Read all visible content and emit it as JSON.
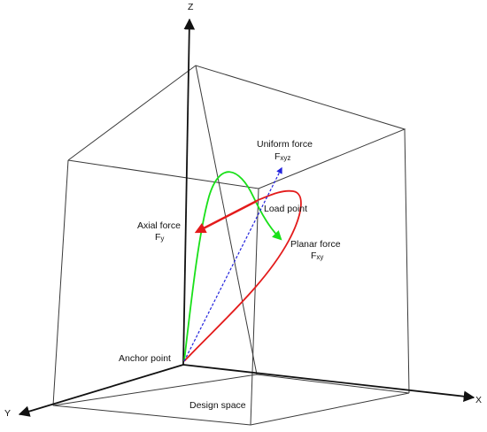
{
  "axes": {
    "x_label": "X",
    "y_label": "Y",
    "z_label": "Z"
  },
  "labels": {
    "uniform_force": "Uniform force",
    "uniform_force_symbol": "F",
    "uniform_force_subscript": "xyz",
    "load_point": "Load point",
    "axial_force": "Axial force",
    "axial_force_symbol": "F",
    "axial_force_subscript": "y",
    "planar_force": "Planar force",
    "planar_force_symbol": "F",
    "planar_force_subscript": "xy",
    "anchor_point": "Anchor point",
    "design_space": "Design space"
  },
  "colors": {
    "frame": "#3a3a3a",
    "axes": "#111111",
    "axial_force": "#e31b1b",
    "planar_force_path": "#e31b1b",
    "green_path": "#19e019",
    "uniform_force": "#2222dd"
  }
}
